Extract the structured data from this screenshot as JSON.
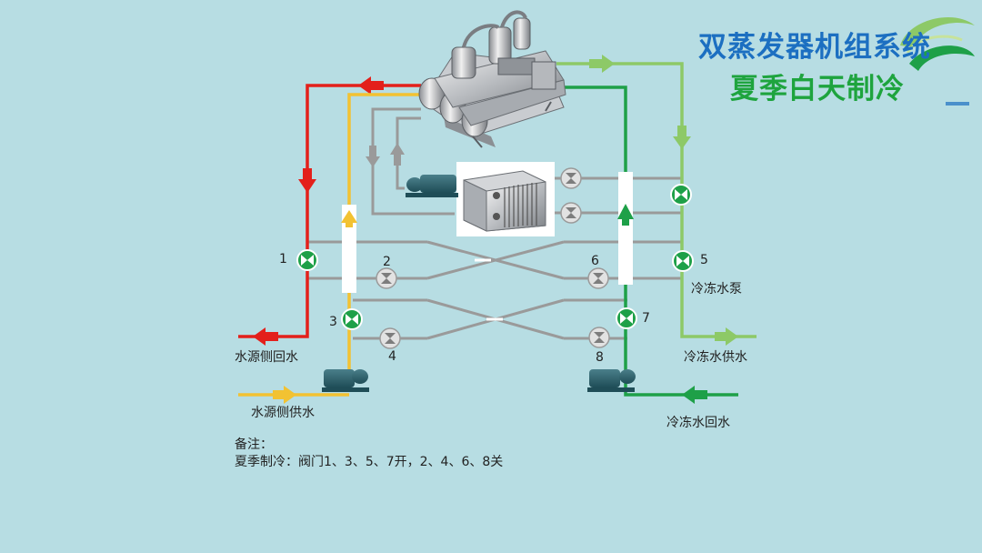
{
  "title": {
    "line1": "双蒸发器机组系统",
    "line2": "夏季白天制冷"
  },
  "valves": {
    "v1": "1",
    "v2": "2",
    "v3": "3",
    "v4": "4",
    "v5": "5",
    "v6": "6",
    "v7": "7",
    "v8": "8"
  },
  "valve_states": {
    "open": [
      "1",
      "3",
      "5",
      "7"
    ],
    "closed": [
      "2",
      "4",
      "6",
      "8"
    ]
  },
  "labels": {
    "source_return": "水源侧回水",
    "source_supply": "水源侧供水",
    "chilled_pump": "冷冻水泵",
    "chilled_supply": "冷冻水供水",
    "chilled_return": "冷冻水回水"
  },
  "note": {
    "heading": "备注：",
    "text": "夏季制冷：阀门1、3、5、7开，2、4、6、8关"
  },
  "colors": {
    "background": "#b7dde3",
    "source_return_red": "#e3201b",
    "source_supply_yellow": "#f2c232",
    "chilled_supply_lightgreen": "#8dc967",
    "chilled_return_green": "#1ea048",
    "neutral_gray": "#9a9a9a",
    "open_valve": "#1ea048",
    "closed_valve": "#dcdcdc",
    "title_blue": "#1c6fc1",
    "title_green": "#1ea43e"
  }
}
